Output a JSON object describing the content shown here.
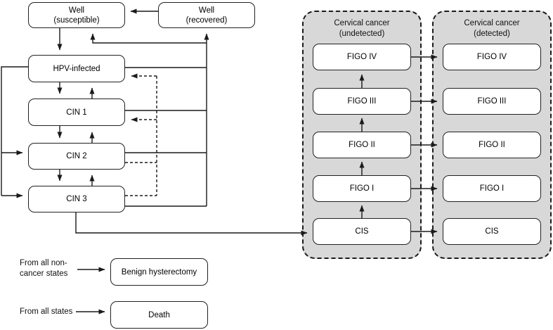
{
  "boxes": {
    "well_susceptible_line1": "Well",
    "well_susceptible_line2": "(susceptible)",
    "well_recovered_line1": "Well",
    "well_recovered_line2": "(recovered)",
    "hpv": "HPV-infected",
    "cin1": "CIN 1",
    "cin2": "CIN 2",
    "cin3": "CIN 3",
    "benign_hysterectomy": "Benign hysterectomy",
    "death": "Death"
  },
  "cancer_columns": {
    "undetected_title_line1": "Cervical cancer",
    "undetected_title_line2": "(undetected)",
    "detected_title_line1": "Cervical cancer",
    "detected_title_line2": "(detected)",
    "undetected_stages": [
      "FIGO IV",
      "FIGO III",
      "FIGO II",
      "FIGO I",
      "CIS"
    ],
    "detected_stages": [
      "FIGO IV",
      "FIGO III",
      "FIGO II",
      "FIGO I",
      "CIS"
    ]
  },
  "annotations": {
    "from_non_cancer_line1": "From all non-",
    "from_non_cancer_line2": "cancer states",
    "from_all_states": "From all states"
  },
  "transitions": [
    {
      "from": "Well (recovered)",
      "to": "Well (susceptible)",
      "style": "solid"
    },
    {
      "from": "Well (susceptible)",
      "to": "HPV-infected",
      "style": "solid"
    },
    {
      "from": "HPV-infected",
      "to": "CIN 1",
      "style": "solid"
    },
    {
      "from": "CIN 1",
      "to": "HPV-infected",
      "style": "solid"
    },
    {
      "from": "CIN 1",
      "to": "CIN 2",
      "style": "solid"
    },
    {
      "from": "CIN 2",
      "to": "CIN 1",
      "style": "solid"
    },
    {
      "from": "CIN 2",
      "to": "CIN 3",
      "style": "solid"
    },
    {
      "from": "CIN 3",
      "to": "CIN 2",
      "style": "solid"
    },
    {
      "from": "HPV-infected",
      "to": "CIN 2",
      "style": "solid"
    },
    {
      "from": "HPV-infected",
      "to": "CIN 3",
      "style": "solid"
    },
    {
      "from": "HPV-infected / CIN 1 / CIN 2 / CIN 3",
      "to": "Well (recovered)",
      "style": "solid"
    },
    {
      "from": "collector",
      "to": "Well (susceptible)",
      "style": "solid"
    },
    {
      "from": "CIN 2 / CIN 3",
      "to": "HPV-infected",
      "style": "dashed"
    },
    {
      "from": "CIN 2 / CIN 3",
      "to": "CIN 1",
      "style": "dashed"
    },
    {
      "from": "CIN 3",
      "to": "CIS (undetected)",
      "style": "solid"
    },
    {
      "from": "CIS (undetected)",
      "to": "FIGO I (undetected)",
      "style": "solid"
    },
    {
      "from": "FIGO I (undetected)",
      "to": "FIGO II (undetected)",
      "style": "solid"
    },
    {
      "from": "FIGO II (undetected)",
      "to": "FIGO III (undetected)",
      "style": "solid"
    },
    {
      "from": "FIGO III (undetected)",
      "to": "FIGO IV (undetected)",
      "style": "solid"
    },
    {
      "from": "FIGO IV (undetected)",
      "to": "FIGO IV (detected)",
      "style": "solid"
    },
    {
      "from": "FIGO III (undetected)",
      "to": "FIGO III (detected)",
      "style": "solid"
    },
    {
      "from": "FIGO II (undetected)",
      "to": "FIGO II (detected)",
      "style": "solid"
    },
    {
      "from": "FIGO I (undetected)",
      "to": "FIGO I (detected)",
      "style": "solid"
    },
    {
      "from": "CIS (undetected)",
      "to": "CIS (detected)",
      "style": "solid"
    },
    {
      "from": "From all non-cancer states",
      "to": "Benign hysterectomy",
      "style": "solid"
    },
    {
      "from": "From all states",
      "to": "Death",
      "style": "solid"
    }
  ],
  "colors": {
    "background": "#ffffff",
    "container_fill": "#d8d8d8",
    "line": "#1a1a1a",
    "box_border": "#212121"
  }
}
